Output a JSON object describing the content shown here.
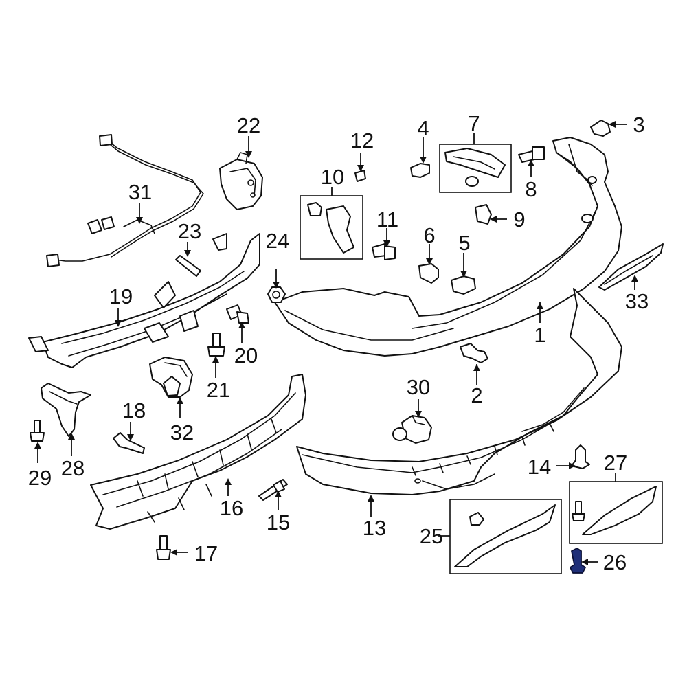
{
  "diagram": {
    "callouts": [
      {
        "id": "1",
        "label": "1"
      },
      {
        "id": "2",
        "label": "2"
      },
      {
        "id": "3",
        "label": "3"
      },
      {
        "id": "4",
        "label": "4"
      },
      {
        "id": "5",
        "label": "5"
      },
      {
        "id": "6",
        "label": "6"
      },
      {
        "id": "7",
        "label": "7"
      },
      {
        "id": "8",
        "label": "8"
      },
      {
        "id": "9",
        "label": "9"
      },
      {
        "id": "10",
        "label": "10"
      },
      {
        "id": "11",
        "label": "11"
      },
      {
        "id": "12",
        "label": "12"
      },
      {
        "id": "13",
        "label": "13"
      },
      {
        "id": "14",
        "label": "14"
      },
      {
        "id": "15",
        "label": "15"
      },
      {
        "id": "16",
        "label": "16"
      },
      {
        "id": "17",
        "label": "17"
      },
      {
        "id": "18",
        "label": "18"
      },
      {
        "id": "19",
        "label": "19"
      },
      {
        "id": "20",
        "label": "20"
      },
      {
        "id": "21",
        "label": "21"
      },
      {
        "id": "22",
        "label": "22"
      },
      {
        "id": "23",
        "label": "23"
      },
      {
        "id": "24",
        "label": "24"
      },
      {
        "id": "25",
        "label": "25"
      },
      {
        "id": "26",
        "label": "26"
      },
      {
        "id": "27",
        "label": "27"
      },
      {
        "id": "28",
        "label": "28"
      },
      {
        "id": "29",
        "label": "29"
      },
      {
        "id": "30",
        "label": "30"
      },
      {
        "id": "31",
        "label": "31"
      },
      {
        "id": "32",
        "label": "32"
      },
      {
        "id": "33",
        "label": "33"
      }
    ],
    "colors": {
      "line": "#111111",
      "highlight_part": "#1f2f78"
    },
    "highlighted_part": "26"
  }
}
